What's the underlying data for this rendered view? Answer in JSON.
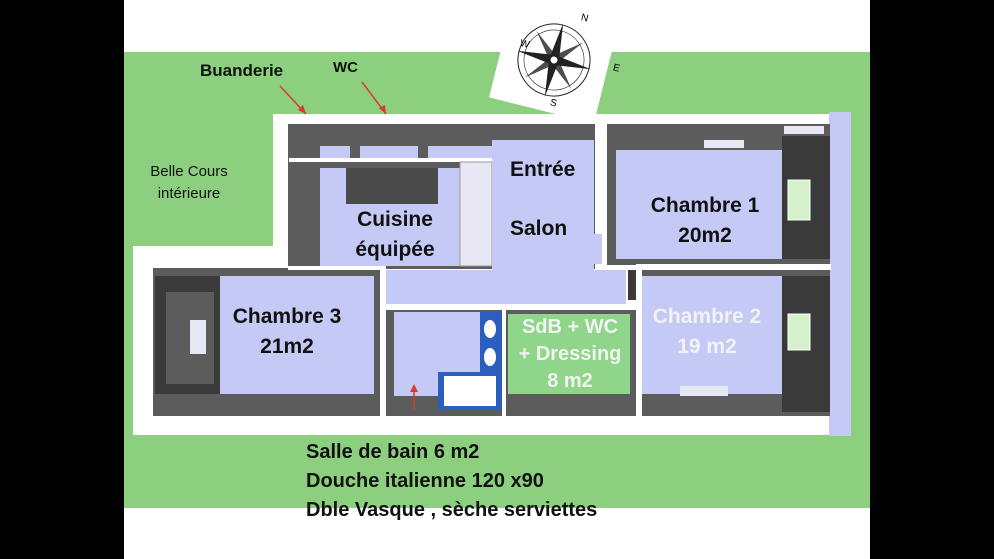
{
  "labels": {
    "buanderie": "Buanderie",
    "wc": "WC",
    "courtyard_line1": "Belle Cours",
    "courtyard_line2": "intérieure",
    "entree": "Entrée",
    "salon": "Salon",
    "cuisine_line1": "Cuisine",
    "cuisine_line2": "équipée",
    "chambre1_line1": "Chambre 1",
    "chambre1_line2": "20m2",
    "chambre2_line1": "Chambre 2",
    "chambre2_line2": "19 m2",
    "chambre3_line1": "Chambre 3",
    "chambre3_line2": "21m2",
    "sdb_line1": "SdB + WC",
    "sdb_line2": "+ Dressing",
    "sdb_line3": "8 m2"
  },
  "notes": [
    "Salle de bain 6 m2",
    "Douche italienne 120 x90",
    "Dble Vasque , sèche serviettes"
  ],
  "compass": {
    "n": "N",
    "e": "E",
    "s": "S",
    "w": "W"
  },
  "colors": {
    "garden": "#8ccf7e",
    "room": "#c5c9f5",
    "wall": "#5c5c5c",
    "wall_dark": "#3a3a3a",
    "green_room": "#8fd68a",
    "blue_fixture": "#2b5fbf",
    "arrow": "#d93a2b"
  }
}
